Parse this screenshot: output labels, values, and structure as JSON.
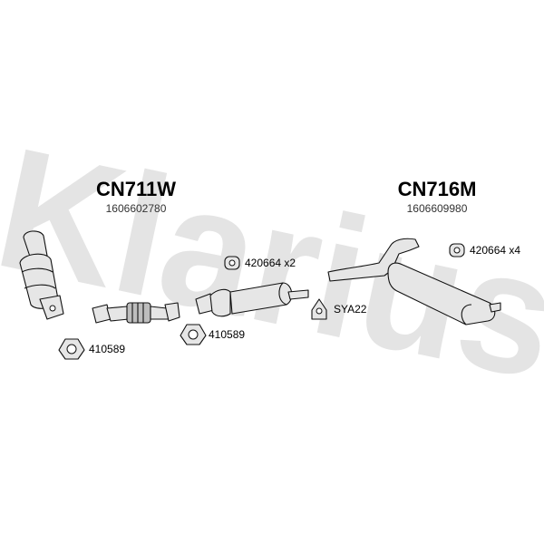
{
  "watermark": "Klarius",
  "assemblies": [
    {
      "code": "CN711W",
      "oe_number": "1606602780"
    },
    {
      "code": "CN716M",
      "oe_number": "1606609980"
    }
  ],
  "parts": {
    "gasket_left": "410589",
    "gasket_middle": "410589",
    "rubber_mount_left": "420664 x2",
    "rubber_mount_right": "420664 x4",
    "hanger": "SYA22"
  }
}
